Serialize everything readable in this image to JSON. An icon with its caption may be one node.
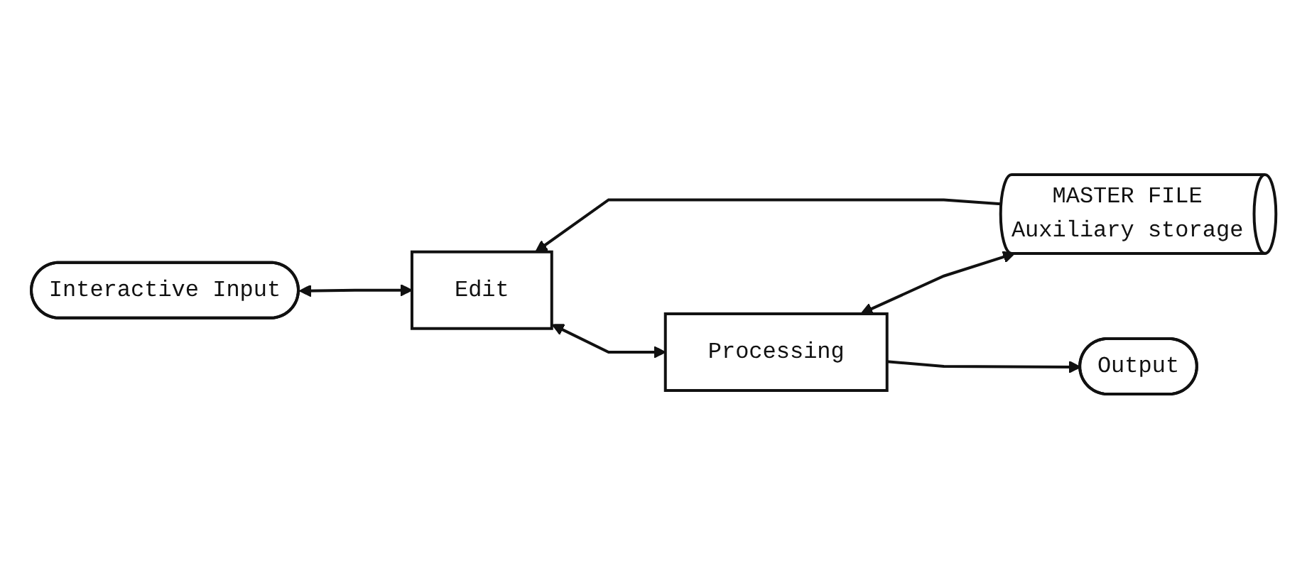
{
  "diagram": {
    "nodes": [
      {
        "text": [
          "Interactive Input"
        ]
      },
      {
        "text": [
          "Edit"
        ]
      },
      {
        "text": [
          "MASTER FILE",
          "Auxiliary storage"
        ]
      },
      {
        "text": [
          "Output"
        ]
      },
      {
        "text": [
          "Processing"
        ]
      }
    ],
    "edges": [
      {
        "from": 0,
        "to": 1,
        "arrow": "both"
      },
      {
        "from": 2,
        "to": 1,
        "arrow": "to"
      },
      {
        "from": 1,
        "to": 4,
        "arrow": "both"
      },
      {
        "from": 4,
        "to": 2,
        "arrow": "both"
      },
      {
        "from": 4,
        "to": 3,
        "arrow": "to"
      }
    ]
  }
}
